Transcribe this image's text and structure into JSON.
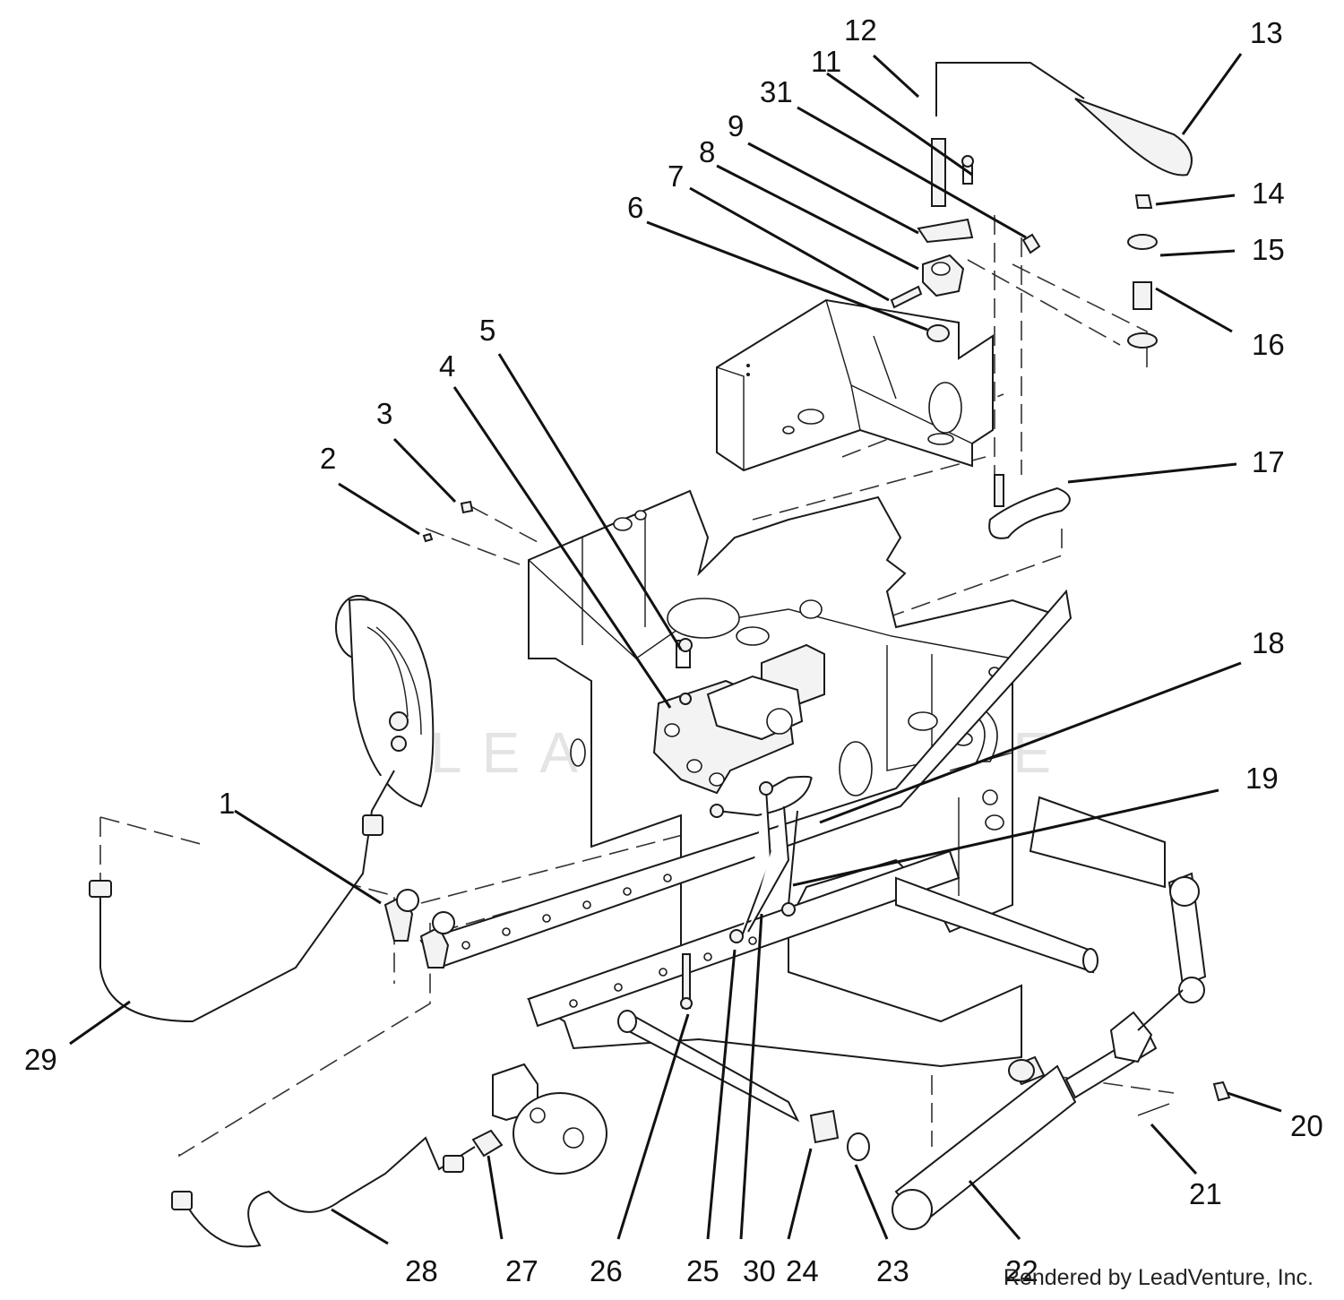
{
  "diagram": {
    "watermark": "LEADVENTURE",
    "credit": "Rendered by LeadVenture, Inc.",
    "callouts": [
      "1",
      "2",
      "3",
      "4",
      "5",
      "6",
      "7",
      "8",
      "9",
      "11",
      "12",
      "13",
      "14",
      "15",
      "16",
      "17",
      "18",
      "19",
      "20",
      "21",
      "22",
      "23",
      "24",
      "25",
      "26",
      "27",
      "28",
      "29",
      "30",
      "31"
    ]
  }
}
